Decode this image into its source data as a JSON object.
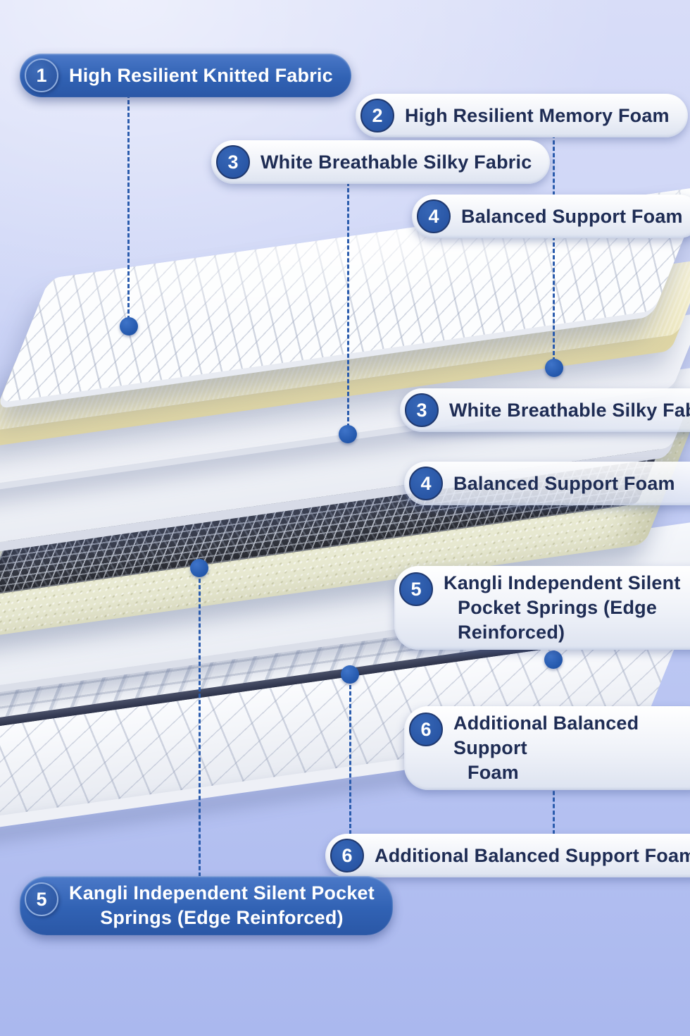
{
  "labels": [
    {
      "num": "1",
      "text": "High Resilient Knitted Fabric"
    },
    {
      "num": "2",
      "text": "High Resilient Memory Foam"
    },
    {
      "num": "3",
      "text": "White Breathable Silky Fabric"
    },
    {
      "num": "4",
      "text": "Balanced Support Foam"
    },
    {
      "num": "3",
      "text": "White Breathable Silky Fabric"
    },
    {
      "num": "4",
      "text": "Balanced Support Foam"
    },
    {
      "num": "5",
      "text": "Kangli Independent Silent",
      "text2": "Pocket Springs (Edge Reinforced)"
    },
    {
      "num": "6",
      "text": "Additional Balanced Support",
      "text2": "Foam"
    },
    {
      "num": "6",
      "text": "Additional Balanced Support Foam"
    },
    {
      "num": "5",
      "text": "Kangli Independent Silent Pocket",
      "text2": "Springs (Edge Reinforced)"
    }
  ],
  "colors": {
    "accent_blue": "#2f5cab",
    "circle_blue": "#2b5cad",
    "text_navy": "#1e2c54",
    "dot_blue": "#2357ab",
    "background_top": "#d8ddf8",
    "background_bottom": "#aab8ee",
    "memory_foam_cream": "#f2edca",
    "spring_rail_cream": "#e9ead3",
    "mesh_dark": "#343740",
    "edge_band_navy": "#232940"
  }
}
